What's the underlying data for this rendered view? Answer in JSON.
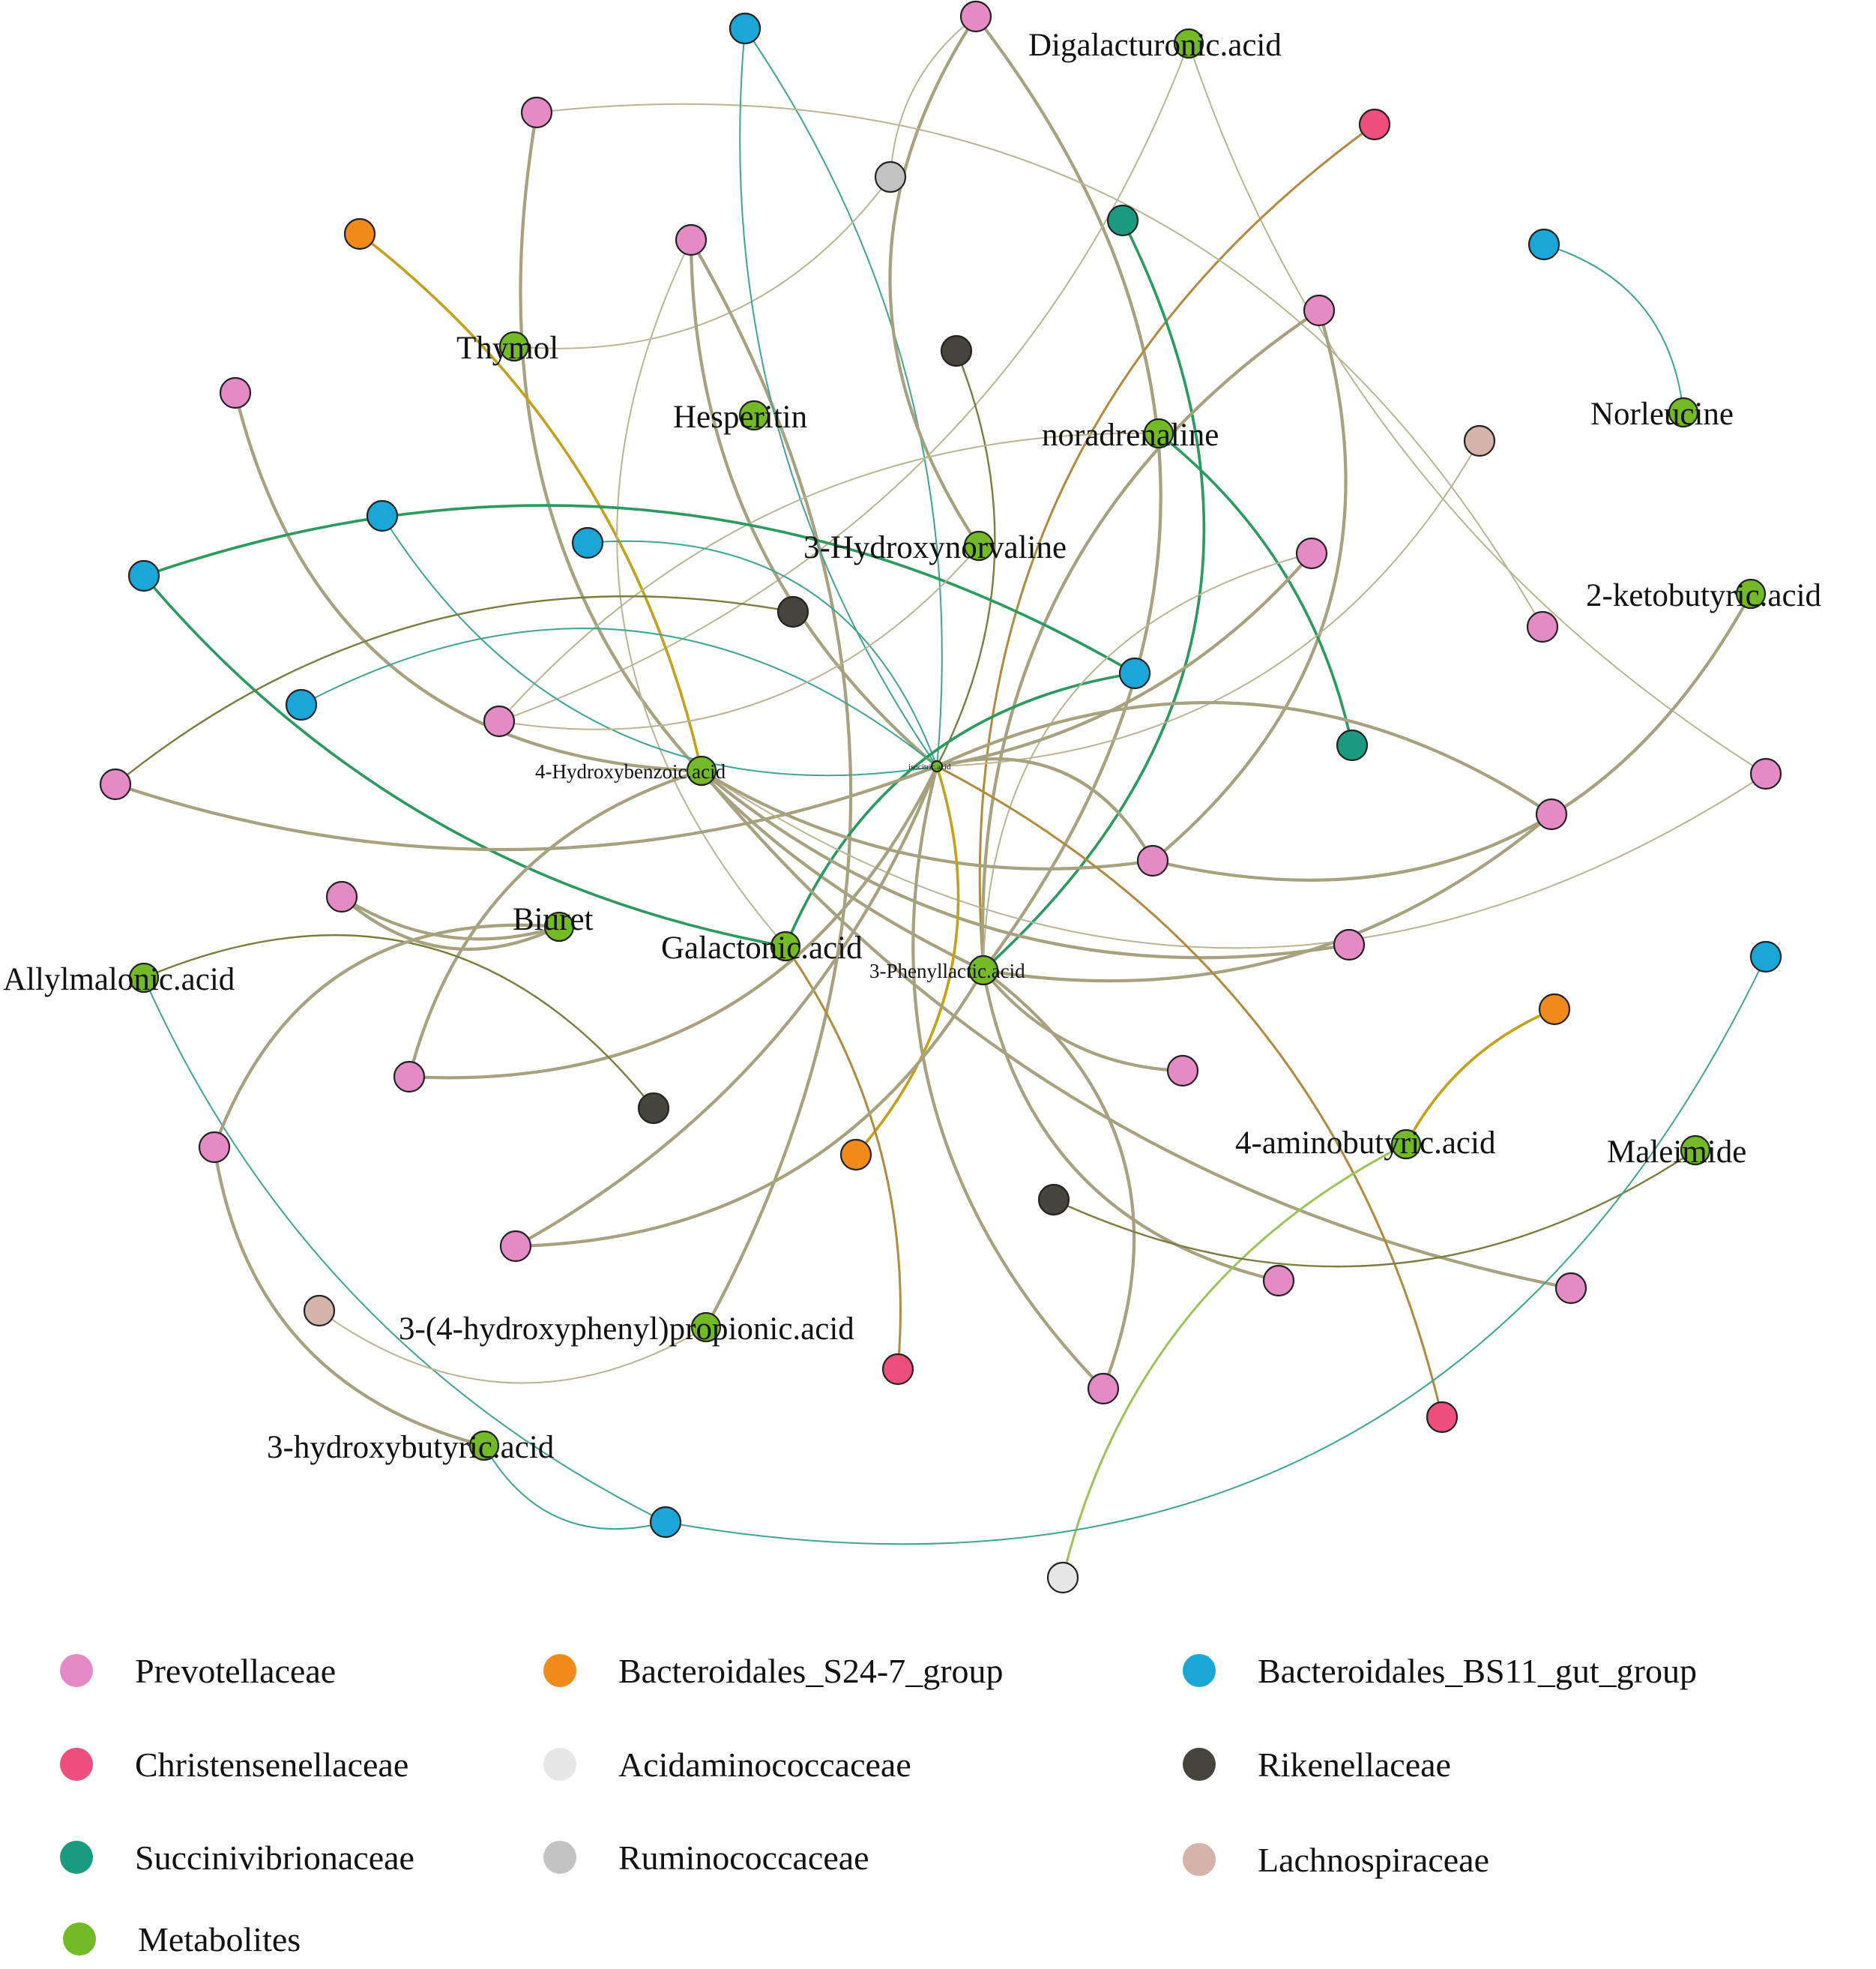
{
  "legend": [
    {
      "key": "prev",
      "label": "Prevotellaceae",
      "color": "#e48ac4"
    },
    {
      "key": "s24",
      "label": "Bacteroidales_S24-7_group",
      "color": "#f28a1a"
    },
    {
      "key": "bs11",
      "label": "Bacteroidales_BS11_gut_group",
      "color": "#1aa6d6"
    },
    {
      "key": "chri",
      "label": "Christensenellaceae",
      "color": "#ee4f7c"
    },
    {
      "key": "acid",
      "label": "Acidaminococcaceae",
      "color": "#e6e6e6"
    },
    {
      "key": "rike",
      "label": "Rikenellaceae",
      "color": "#46443e"
    },
    {
      "key": "succ",
      "label": "Succinivibrionaceae",
      "color": "#1a9a7e"
    },
    {
      "key": "rumi",
      "label": "Ruminococcaceae",
      "color": "#c2c2c2"
    },
    {
      "key": "lach",
      "label": "Lachnospiraceae",
      "color": "#d4b4aa"
    },
    {
      "key": "meta",
      "label": "Metabolites",
      "color": "#73ba26"
    }
  ],
  "metabolites": [
    {
      "id": "digalact",
      "label": "Digalacturonic.acid"
    },
    {
      "id": "thymol",
      "label": "Thymol"
    },
    {
      "id": "hesper",
      "label": "Hesperitin"
    },
    {
      "id": "noradr",
      "label": "noradrenaline"
    },
    {
      "id": "norleu",
      "label": "Norleucine"
    },
    {
      "id": "hnorval",
      "label": "3-Hydroxynorvaline"
    },
    {
      "id": "ketobut",
      "label": "2-ketobutyric.acid"
    },
    {
      "id": "isocitric",
      "label": "isocitric.acid"
    },
    {
      "id": "hbenzoic",
      "label": "4-Hydroxybenzoic.acid"
    },
    {
      "id": "biuret",
      "label": "Biuret"
    },
    {
      "id": "galacton",
      "label": "Galactonic.acid"
    },
    {
      "id": "phenyllac",
      "label": "3-Phenyllactic.acid"
    },
    {
      "id": "allylmal",
      "label": "Allylmalonic.acid"
    },
    {
      "id": "aminobut",
      "label": "4-aminobutyric.acid"
    },
    {
      "id": "maleimide",
      "label": "Maleimide"
    },
    {
      "id": "hpprop",
      "label": "3-(4-hydroxyphenyl)propionic.acid"
    },
    {
      "id": "hbutyric",
      "label": "3-hydroxybutyric.acid"
    }
  ],
  "taxa": [
    {
      "id": "b1",
      "family": "bs11"
    },
    {
      "id": "p1",
      "family": "prev"
    },
    {
      "id": "p2",
      "family": "prev"
    },
    {
      "id": "r1",
      "family": "rumi"
    },
    {
      "id": "c1",
      "family": "chri"
    },
    {
      "id": "o1",
      "family": "s24"
    },
    {
      "id": "p3",
      "family": "prev"
    },
    {
      "id": "s1",
      "family": "succ"
    },
    {
      "id": "b2",
      "family": "bs11"
    },
    {
      "id": "k1",
      "family": "rike"
    },
    {
      "id": "p4",
      "family": "prev"
    },
    {
      "id": "p5",
      "family": "prev"
    },
    {
      "id": "l1",
      "family": "lach"
    },
    {
      "id": "b3",
      "family": "bs11"
    },
    {
      "id": "b4",
      "family": "bs11"
    },
    {
      "id": "p6",
      "family": "prev"
    },
    {
      "id": "b5",
      "family": "bs11"
    },
    {
      "id": "k2",
      "family": "rike"
    },
    {
      "id": "p7",
      "family": "prev"
    },
    {
      "id": "b6",
      "family": "bs11"
    },
    {
      "id": "b7",
      "family": "bs11"
    },
    {
      "id": "p8",
      "family": "prev"
    },
    {
      "id": "s2",
      "family": "succ"
    },
    {
      "id": "b8",
      "family": "bs11"
    },
    {
      "id": "p9",
      "family": "prev"
    },
    {
      "id": "p10",
      "family": "prev"
    },
    {
      "id": "p11",
      "family": "prev"
    },
    {
      "id": "p12",
      "family": "prev"
    },
    {
      "id": "p13",
      "family": "prev"
    },
    {
      "id": "b9",
      "family": "bs11"
    },
    {
      "id": "o2",
      "family": "s24"
    },
    {
      "id": "p14",
      "family": "prev"
    },
    {
      "id": "k3",
      "family": "rike"
    },
    {
      "id": "p15",
      "family": "prev"
    },
    {
      "id": "o3",
      "family": "s24"
    },
    {
      "id": "k4",
      "family": "rike"
    },
    {
      "id": "p16",
      "family": "prev"
    },
    {
      "id": "p17",
      "family": "prev"
    },
    {
      "id": "l2",
      "family": "lach"
    },
    {
      "id": "p18",
      "family": "prev"
    },
    {
      "id": "c2",
      "family": "chri"
    },
    {
      "id": "p19",
      "family": "prev"
    },
    {
      "id": "c3",
      "family": "chri"
    },
    {
      "id": "b10",
      "family": "bs11"
    },
    {
      "id": "p20",
      "family": "prev"
    },
    {
      "id": "p21",
      "family": "prev"
    },
    {
      "id": "a1",
      "family": "acid"
    }
  ],
  "edges": [
    [
      "b1",
      "isocitric",
      "bs11"
    ],
    [
      "p1",
      "r1",
      "lach"
    ],
    [
      "r1",
      "thymol",
      "lach"
    ],
    [
      "p1",
      "hnorval",
      "prev"
    ],
    [
      "p1",
      "phenyllac",
      "prev"
    ],
    [
      "digalact",
      "p11",
      "lach"
    ],
    [
      "digalact",
      "p8",
      "lach"
    ],
    [
      "c1",
      "phenyllac",
      "chri"
    ],
    [
      "p2",
      "p7",
      "lach"
    ],
    [
      "p2",
      "phenyllac",
      "prev"
    ],
    [
      "o1",
      "hbenzoic",
      "s24"
    ],
    [
      "p3",
      "isocitric",
      "prev"
    ],
    [
      "p3",
      "hpprop",
      "prev"
    ],
    [
      "p3",
      "galacton",
      "lach"
    ],
    [
      "s1",
      "phenyllac",
      "succ"
    ],
    [
      "b2",
      "isocitric",
      "bs11"
    ],
    [
      "k1",
      "isocitric",
      "rike"
    ],
    [
      "p4",
      "phenyllac",
      "prev"
    ],
    [
      "p4",
      "p12",
      "prev"
    ],
    [
      "p5",
      "hbenzoic",
      "prev"
    ],
    [
      "noradr",
      "s2",
      "succ"
    ],
    [
      "noradr",
      "p8",
      "lach"
    ],
    [
      "l1",
      "isocitric",
      "lach"
    ],
    [
      "b3",
      "isocitric",
      "bs11"
    ],
    [
      "b4",
      "isocitric",
      "bs11"
    ],
    [
      "b5",
      "galacton",
      "succ"
    ],
    [
      "b5",
      "b6",
      "succ"
    ],
    [
      "b6",
      "galacton",
      "succ"
    ],
    [
      "b7",
      "isocitric",
      "bs11"
    ],
    [
      "p6",
      "phenyllac",
      "lach"
    ],
    [
      "p6",
      "isocitric",
      "prev"
    ],
    [
      "k2",
      "p9",
      "rike"
    ],
    [
      "hnorval",
      "p8",
      "lach"
    ],
    [
      "norleu",
      "b8",
      "bs11"
    ],
    [
      "ketobut",
      "p12",
      "prev"
    ],
    [
      "p9",
      "isocitric",
      "prev"
    ],
    [
      "p10",
      "phenyllac",
      "prev"
    ],
    [
      "p10",
      "isocitric",
      "prev"
    ],
    [
      "p11",
      "hbenzoic",
      "lach"
    ],
    [
      "p12",
      "isocitric",
      "prev"
    ],
    [
      "p12",
      "hbenzoic",
      "prev"
    ],
    [
      "p13",
      "biuret",
      "prev"
    ],
    [
      "p14",
      "hbenzoic",
      "prev"
    ],
    [
      "p14",
      "isocitric",
      "prev"
    ],
    [
      "allylmal",
      "k3",
      "rike"
    ],
    [
      "allylmal",
      "b10",
      "bs11"
    ],
    [
      "p15",
      "hbenzoic",
      "prev"
    ],
    [
      "o2",
      "isocitric",
      "s24"
    ],
    [
      "biuret",
      "p13",
      "prev"
    ],
    [
      "biuret",
      "p16",
      "prev"
    ],
    [
      "galacton",
      "c2",
      "chri"
    ],
    [
      "phenyllac",
      "p17",
      "prev"
    ],
    [
      "phenyllac",
      "p18",
      "prev"
    ],
    [
      "phenyllac",
      "p19",
      "prev"
    ],
    [
      "phenyllac",
      "p20",
      "prev"
    ],
    [
      "hbenzoic",
      "p21",
      "prev"
    ],
    [
      "isocitric",
      "c3",
      "chri"
    ],
    [
      "isocitric",
      "p20",
      "prev"
    ],
    [
      "hbutyric",
      "p16",
      "prev"
    ],
    [
      "hbutyric",
      "b10",
      "bs11"
    ],
    [
      "aminobut",
      "o3",
      "s24"
    ],
    [
      "aminobut",
      "a1",
      "acid"
    ],
    [
      "maleimide",
      "k4",
      "rike"
    ],
    [
      "l2",
      "hpprop",
      "lach"
    ],
    [
      "b9",
      "b10",
      "bs11"
    ],
    [
      "p18",
      "isocitric",
      "prev"
    ]
  ]
}
